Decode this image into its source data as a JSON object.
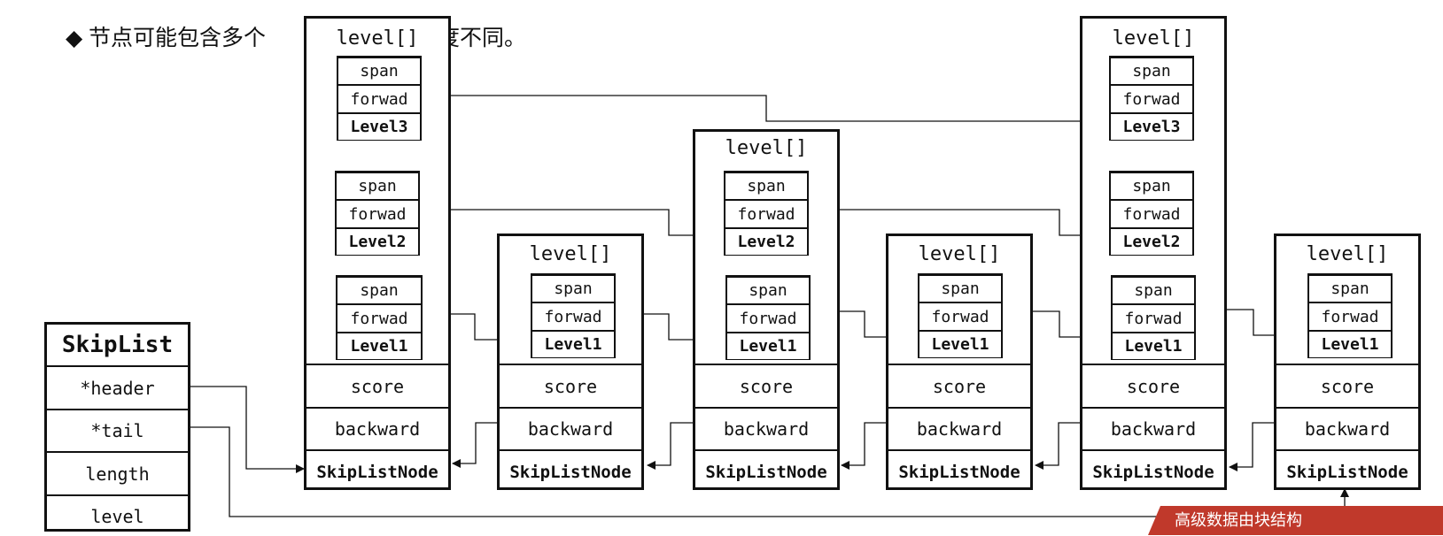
{
  "slide": {
    "bullet": "◆",
    "text_prefix": "节点可能包含多个",
    "text_suffix": "度不同。"
  },
  "skiplist": {
    "title": "SkipList",
    "fields": [
      "*header",
      "*tail",
      "length",
      "level"
    ]
  },
  "labels": {
    "level_array": "level[]",
    "span": "span",
    "forward": "forwad",
    "level1": "Level1",
    "level2": "Level2",
    "level3": "Level3",
    "score": "score",
    "backward": "backward",
    "node": "SkipListNode"
  },
  "nodes": [
    {
      "id": "n0",
      "levels": 3
    },
    {
      "id": "n1",
      "levels": 1
    },
    {
      "id": "n2",
      "levels": 2
    },
    {
      "id": "n3",
      "levels": 1
    },
    {
      "id": "n4",
      "levels": 3
    },
    {
      "id": "n5",
      "levels": 1
    }
  ],
  "banner": {
    "text": "高级数据由块结构"
  },
  "colors": {
    "line": "#111111",
    "banner": "#c0392b"
  }
}
